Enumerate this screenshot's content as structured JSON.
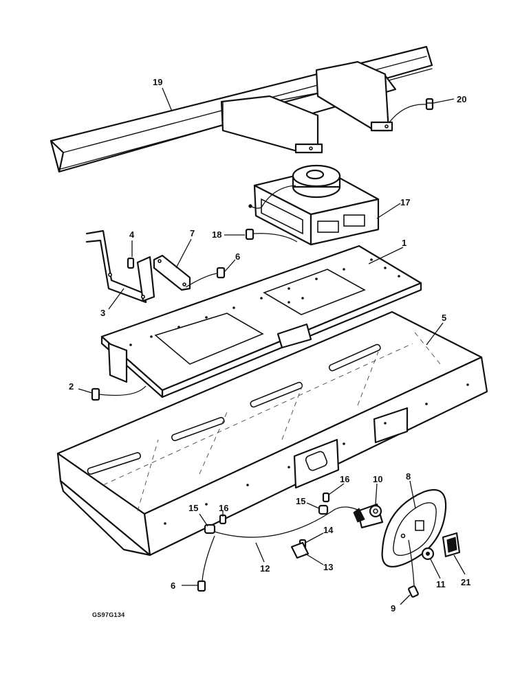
{
  "figure_code": "GS97G134",
  "callouts": {
    "c1": "1",
    "c2": "2",
    "c3": "3",
    "c4": "4",
    "c5": "5",
    "c6a": "6",
    "c6b": "6",
    "c7": "7",
    "c8": "8",
    "c9": "9",
    "c10": "10",
    "c11": "11",
    "c12": "12",
    "c13": "13",
    "c14": "14",
    "c15a": "15",
    "c15b": "15",
    "c16a": "16",
    "c16b": "16",
    "c17": "17",
    "c18": "18",
    "c19": "19",
    "c20": "20",
    "c21": "21"
  },
  "colors": {
    "ink": "#111111",
    "paper": "#ffffff"
  }
}
